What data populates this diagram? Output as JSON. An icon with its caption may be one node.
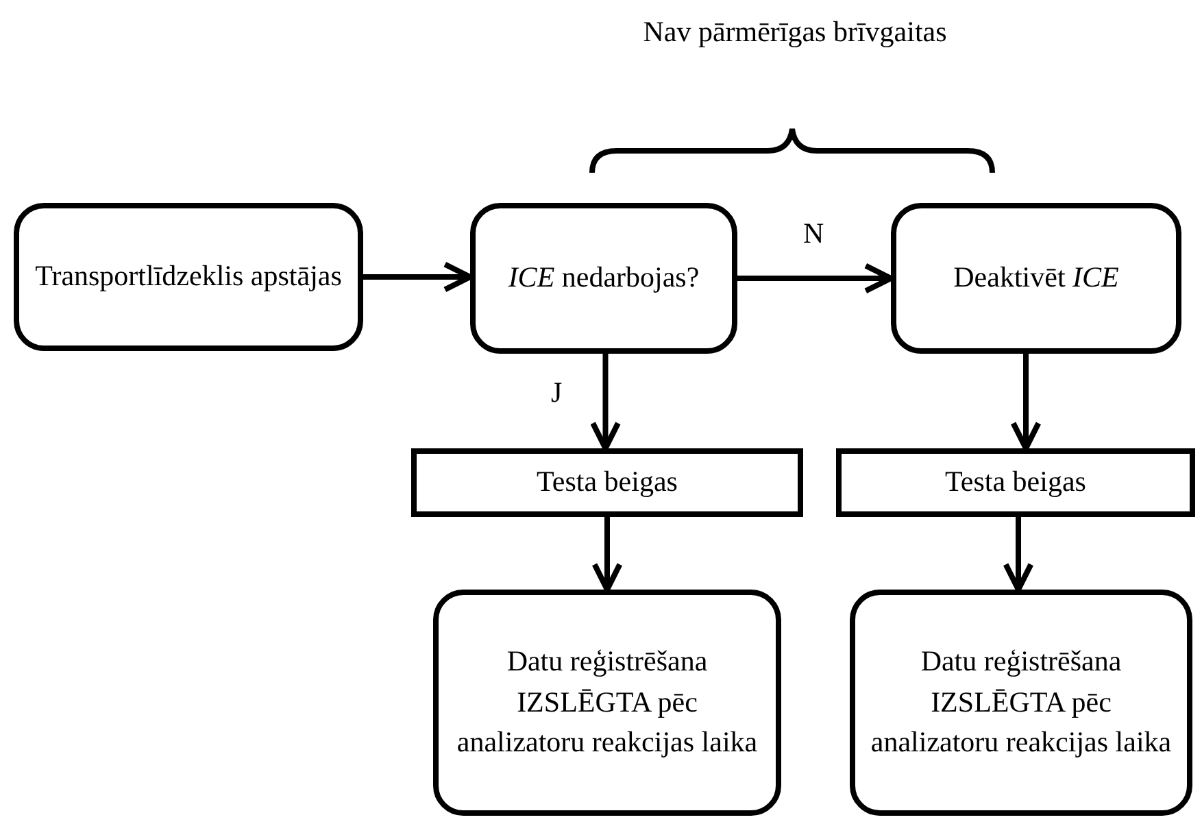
{
  "diagram": {
    "nodes": [
      {
        "text": [
          "Transportlīdzeklis apstājas"
        ]
      },
      {
        "text": [
          "*ICE* nedarbojas?"
        ]
      },
      {
        "text": [
          "Deaktivēt *ICE*"
        ]
      },
      {
        "text": [
          "Testa beigas"
        ]
      },
      {
        "text": [
          "Testa beigas"
        ]
      },
      {
        "text": [
          "Datu reģistrēšana IZSLĒGTA pēc analizatoru reakcijas laika"
        ]
      },
      {
        "text": [
          "Datu reģistrēšana IZSLĒGTA pēc analizatoru reakcijas laika"
        ]
      }
    ],
    "edges": [
      {
        "from": 0,
        "to": 1,
        "arrow": "to"
      },
      {
        "from": 1,
        "to": 2,
        "arrow": "to",
        "label": "N"
      },
      {
        "from": 1,
        "to": 3,
        "arrow": "to",
        "label": "J"
      },
      {
        "from": 2,
        "to": 4,
        "arrow": "to"
      },
      {
        "from": 3,
        "to": 5,
        "arrow": "to"
      },
      {
        "from": 4,
        "to": 6,
        "arrow": "to"
      }
    ],
    "labels": [
      "Nav pārmērīgas brīvgaitas"
    ]
  }
}
